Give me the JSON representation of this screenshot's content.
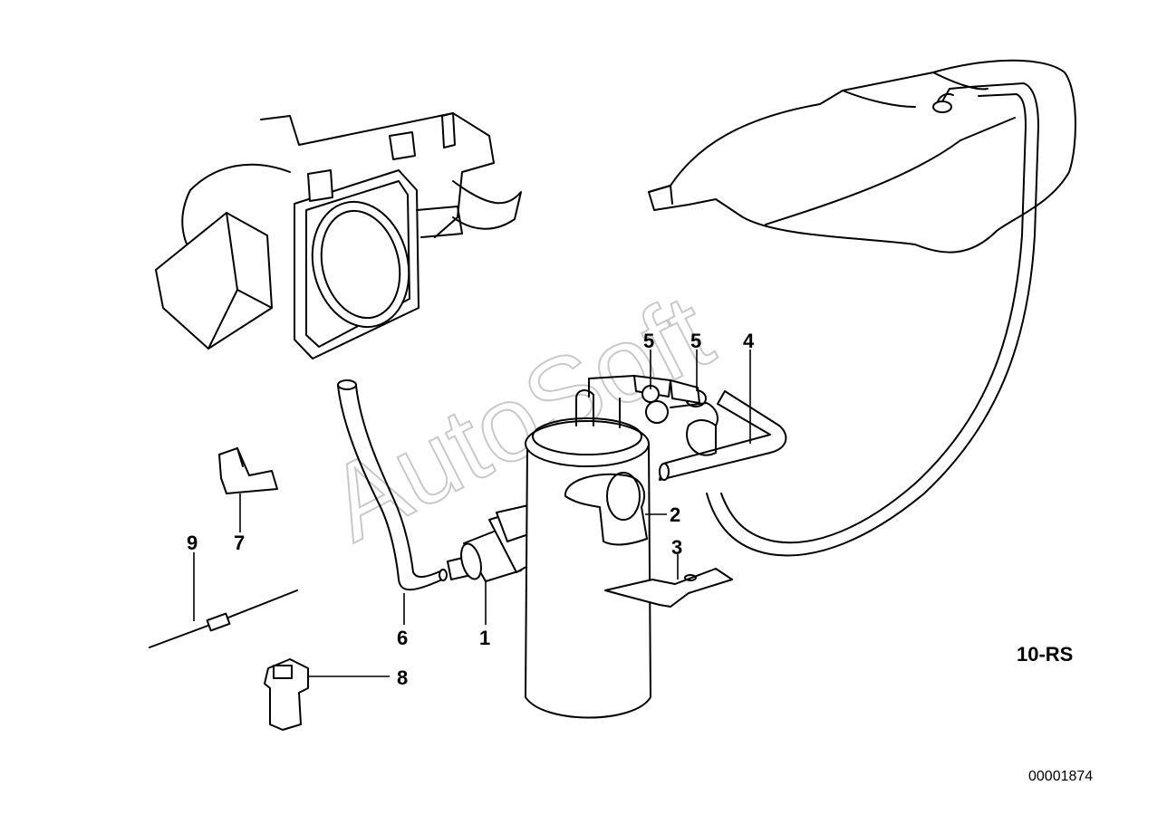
{
  "diagram": {
    "callouts": [
      {
        "id": "c1",
        "text": "1"
      },
      {
        "id": "c2",
        "text": "2"
      },
      {
        "id": "c3",
        "text": "3"
      },
      {
        "id": "c4",
        "text": "4"
      },
      {
        "id": "c5a",
        "text": "5"
      },
      {
        "id": "c5b",
        "text": "5"
      },
      {
        "id": "c6",
        "text": "6"
      },
      {
        "id": "c7",
        "text": "7"
      },
      {
        "id": "c8",
        "text": "8"
      },
      {
        "id": "c9",
        "text": "9"
      }
    ],
    "group_code": "10-RS",
    "drawing_number": "00001874",
    "watermark": "AutoSoft"
  }
}
